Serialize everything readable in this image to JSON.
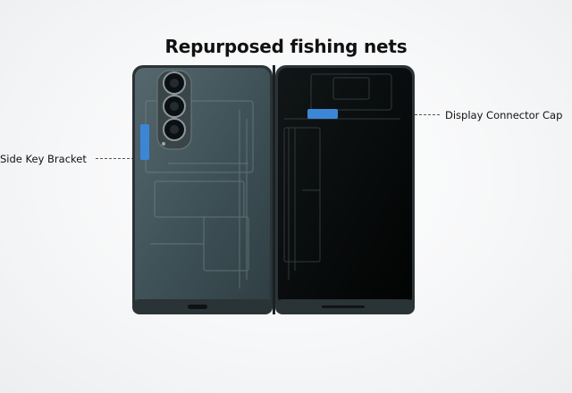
{
  "title": "Repurposed fishing nets",
  "labels": {
    "side_key_bracket": "Side Key Bracket",
    "display_connector_cap": "Display Connector Cap"
  },
  "colors": {
    "highlight_blue": "#3c86d6",
    "back_panel": "#3f5258",
    "screen": "#050607",
    "frame": "#2b3336"
  }
}
